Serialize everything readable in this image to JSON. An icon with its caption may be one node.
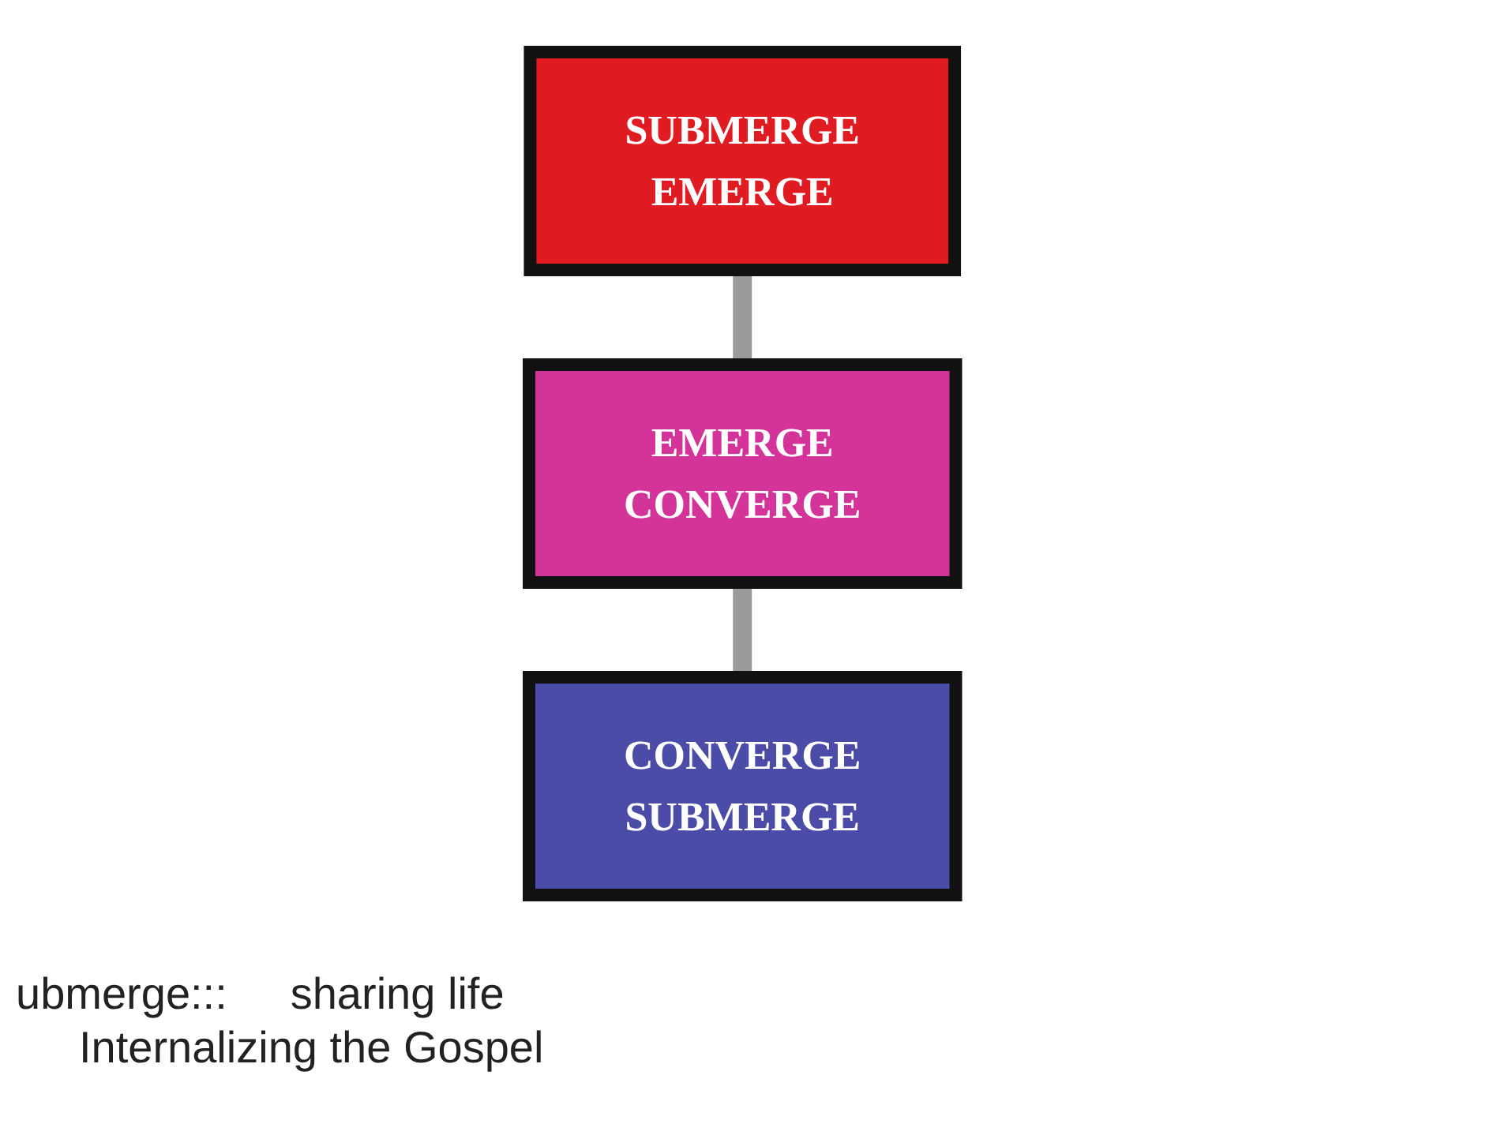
{
  "diagram": {
    "nodes": [
      {
        "text": [
          "SUBMERGE",
          "EMERGE"
        ]
      },
      {
        "text": [
          "EMERGE",
          "CONVERGE"
        ]
      },
      {
        "text": [
          "CONVERGE",
          "SUBMERGE"
        ]
      }
    ],
    "edges": [
      {
        "from": 0,
        "to": 1,
        "arrow": "none"
      },
      {
        "from": 1,
        "to": 2,
        "arrow": "none"
      }
    ],
    "labels": [
      "ubmerge:::",
      "sharing life",
      "Internalizing the Gospel"
    ]
  }
}
